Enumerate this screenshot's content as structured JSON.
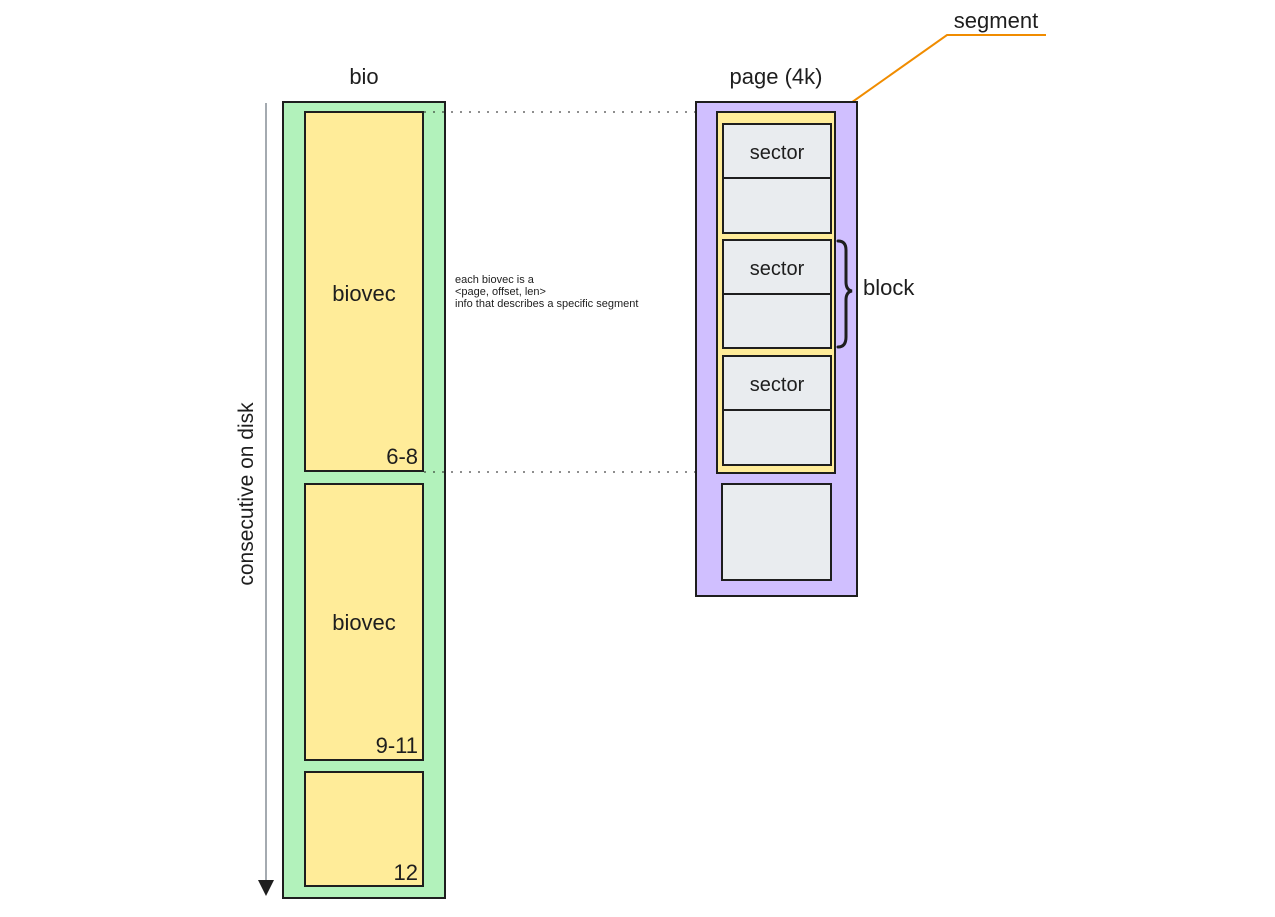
{
  "diagram": {
    "axis_label": "consecutive on disk",
    "bio": {
      "title": "bio",
      "biovecs": [
        {
          "label": "biovec",
          "range": "6-8"
        },
        {
          "label": "biovec",
          "range": "9-11"
        },
        {
          "label": "",
          "range": "12"
        }
      ]
    },
    "annotation": {
      "lines": [
        "each biovec is a",
        "<page, offset, len>",
        "info that describes a specific segment"
      ]
    },
    "page": {
      "title": "page (4k)",
      "segment_label": "segment",
      "block_label": "block",
      "sector_pairs": [
        {
          "top_label": "sector",
          "bottom_label": ""
        },
        {
          "top_label": "sector",
          "bottom_label": ""
        },
        {
          "top_label": "sector",
          "bottom_label": ""
        }
      ],
      "extra_sector_label": ""
    }
  },
  "colors": {
    "bio_fill": "#b2f2bb",
    "biovec_fill": "#ffec99",
    "page_fill": "#d0bfff",
    "segment_fill": "#ffec99",
    "sector_fill": "#e9ecef",
    "segment_callout": "#f08c00",
    "stroke": "#1e1e1e",
    "axis": "#868e96"
  }
}
